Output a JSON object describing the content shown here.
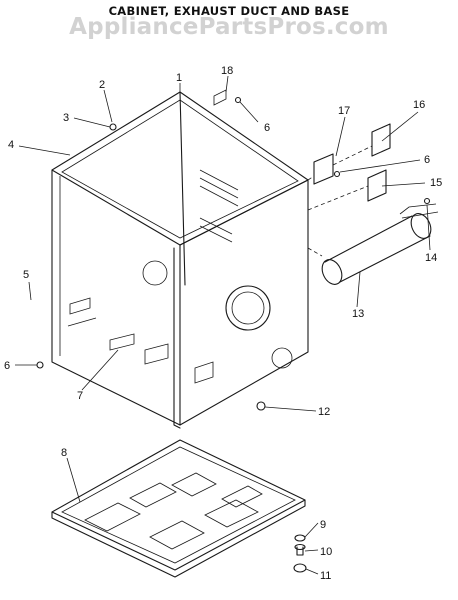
{
  "title": "CABINET, EXHAUST DUCT AND BASE",
  "watermark": "AppliancePartsPros.com",
  "callouts": [
    "1",
    "2",
    "3",
    "4",
    "5",
    "6",
    "6",
    "6",
    "7",
    "8",
    "9",
    "10",
    "11",
    "12",
    "13",
    "14",
    "15",
    "16",
    "17",
    "18"
  ]
}
